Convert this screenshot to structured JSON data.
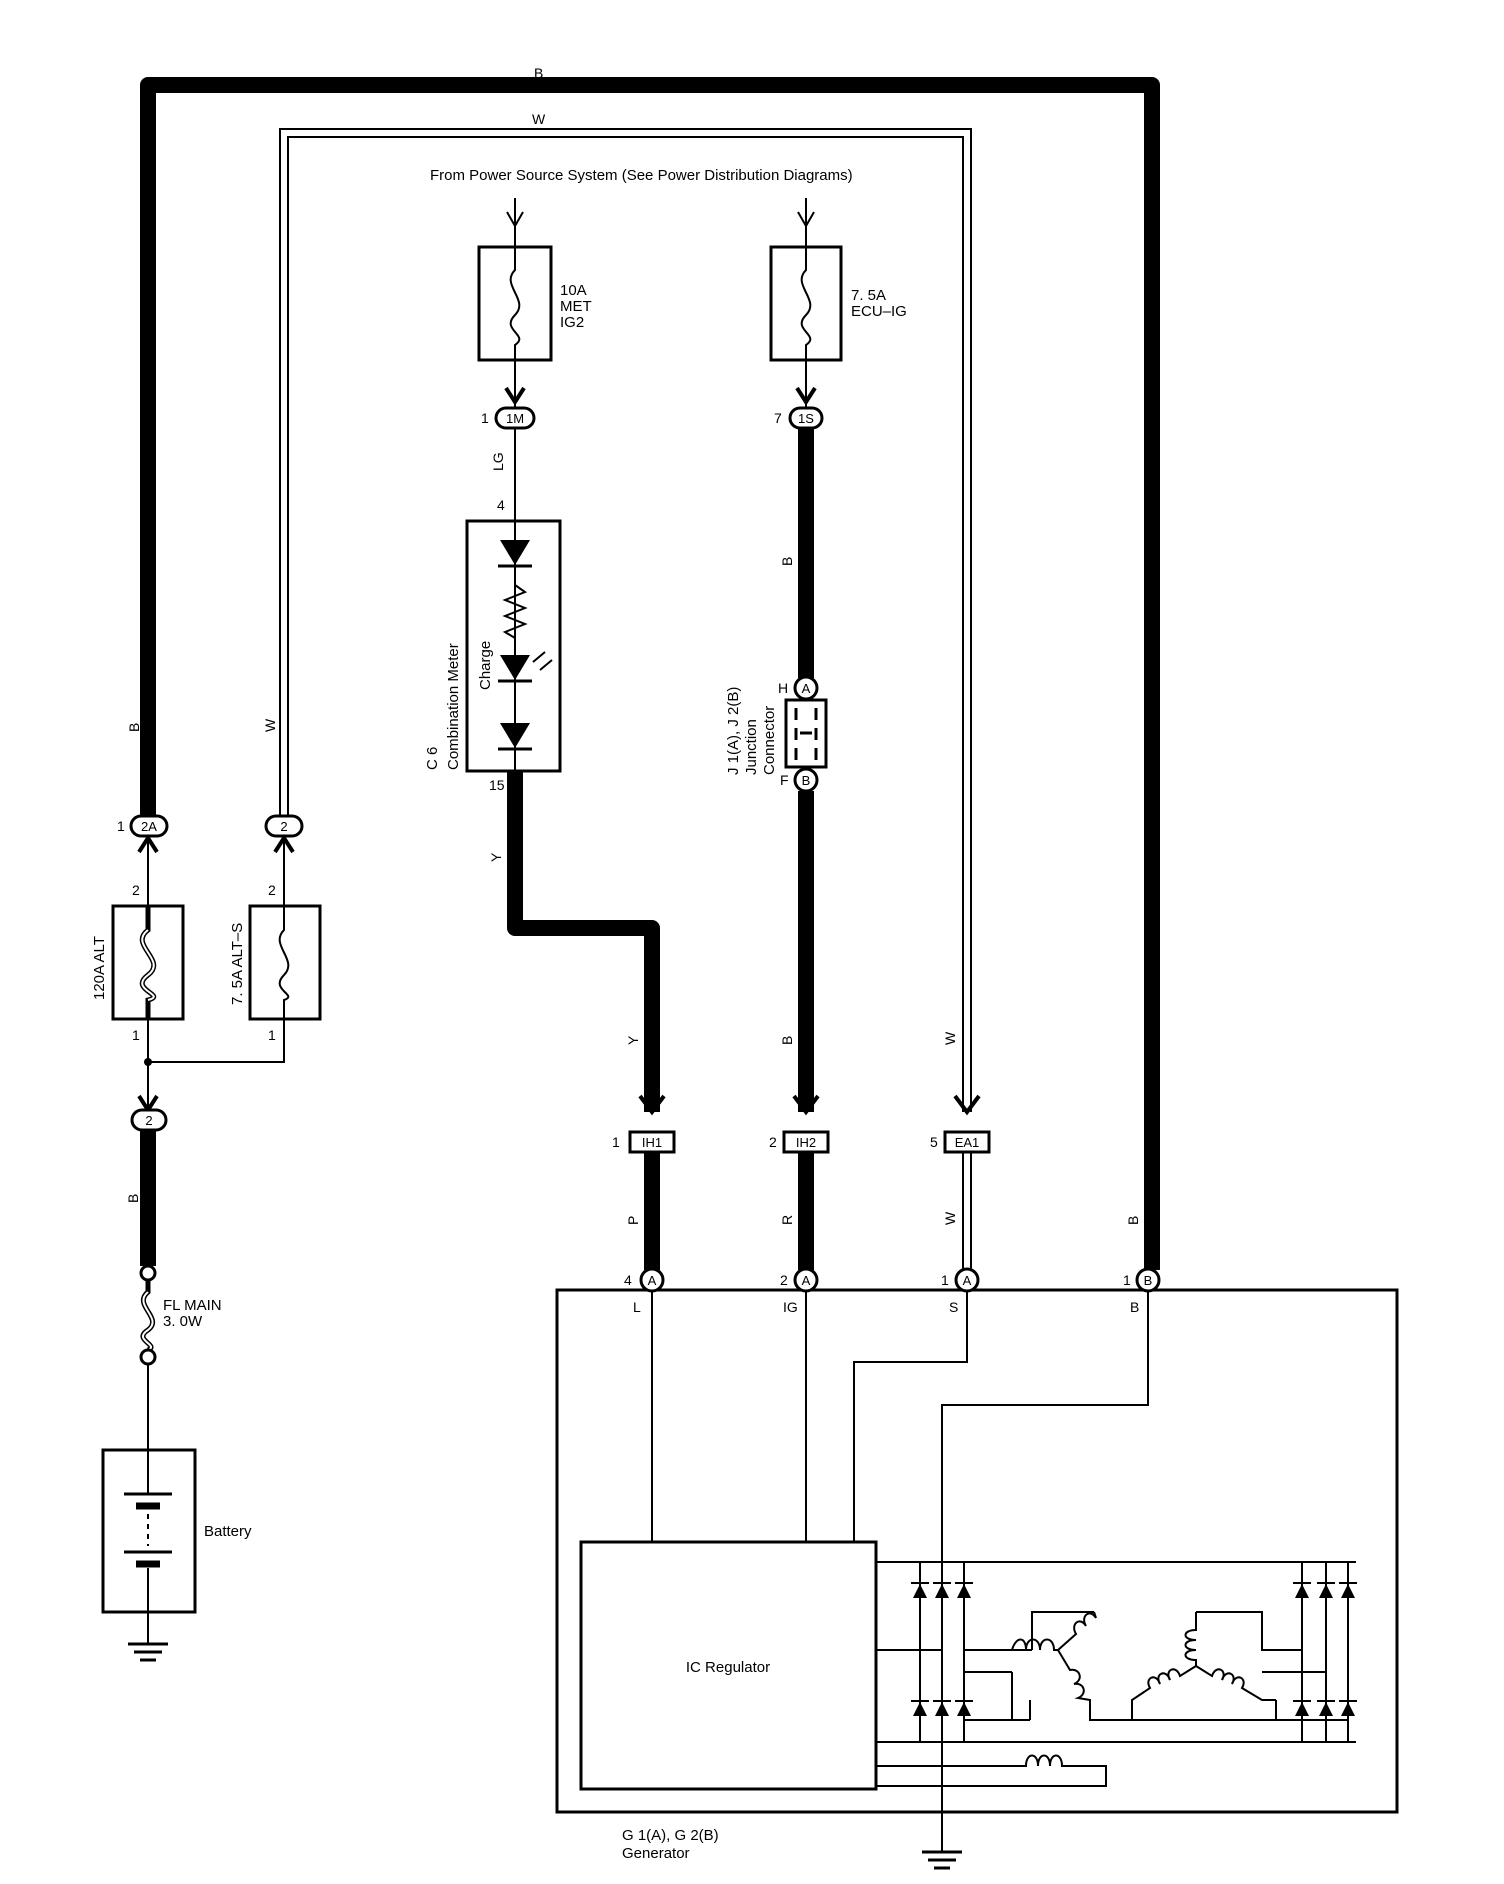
{
  "header": {
    "source_text": "From Power Source System (See Power Distribution Diagrams)"
  },
  "wire_colors": {
    "b": "B",
    "w": "W",
    "lg": "LG",
    "y": "Y",
    "p": "P",
    "r": "R"
  },
  "fuses": {
    "met": {
      "line1": "10A",
      "line2": "MET",
      "line3": "IG2"
    },
    "ecu": {
      "line1": "7. 5A",
      "line2": "ECU–IG"
    },
    "alt": {
      "label": "120A ALT",
      "pin_top": "2",
      "pin_bottom": "1"
    },
    "alts": {
      "label": "7. 5A ALT–S",
      "pin_top": "2",
      "pin_bottom": "1"
    },
    "fl_main": {
      "line1": "FL MAIN",
      "line2": "3. 0W"
    }
  },
  "connectors": {
    "c1m": {
      "code": "1M",
      "pin": "1"
    },
    "c1s": {
      "code": "1S",
      "pin": "7"
    },
    "c2a": {
      "code": "2A",
      "pin": "1"
    },
    "c2_w": {
      "code": "2"
    },
    "c2_b": {
      "code": "2"
    },
    "ih1": {
      "code": "IH1",
      "pin": "1"
    },
    "ih2": {
      "code": "IH2",
      "pin": "2"
    },
    "ea1": {
      "code": "EA1",
      "pin": "5"
    }
  },
  "combination_meter": {
    "code": "C 6",
    "name": "Combination Meter",
    "lamp": "Charge",
    "pin_in": "4",
    "pin_out": "15"
  },
  "junction": {
    "line1": "J 1(A), J 2(B)",
    "line2": "Junction",
    "line3": "Connector",
    "pin_a": "H",
    "pin_b": "F",
    "conn_a": "A",
    "conn_b": "B"
  },
  "generator": {
    "code": "G 1(A), G 2(B)",
    "name": "Generator",
    "terminals": [
      {
        "pin": "4",
        "conn": "A",
        "name": "L"
      },
      {
        "pin": "2",
        "conn": "A",
        "name": "IG"
      },
      {
        "pin": "1",
        "conn": "A",
        "name": "S"
      },
      {
        "pin": "1",
        "conn": "B",
        "name": "B"
      }
    ],
    "regulator": "IC Regulator"
  },
  "battery": {
    "label": "Battery"
  }
}
